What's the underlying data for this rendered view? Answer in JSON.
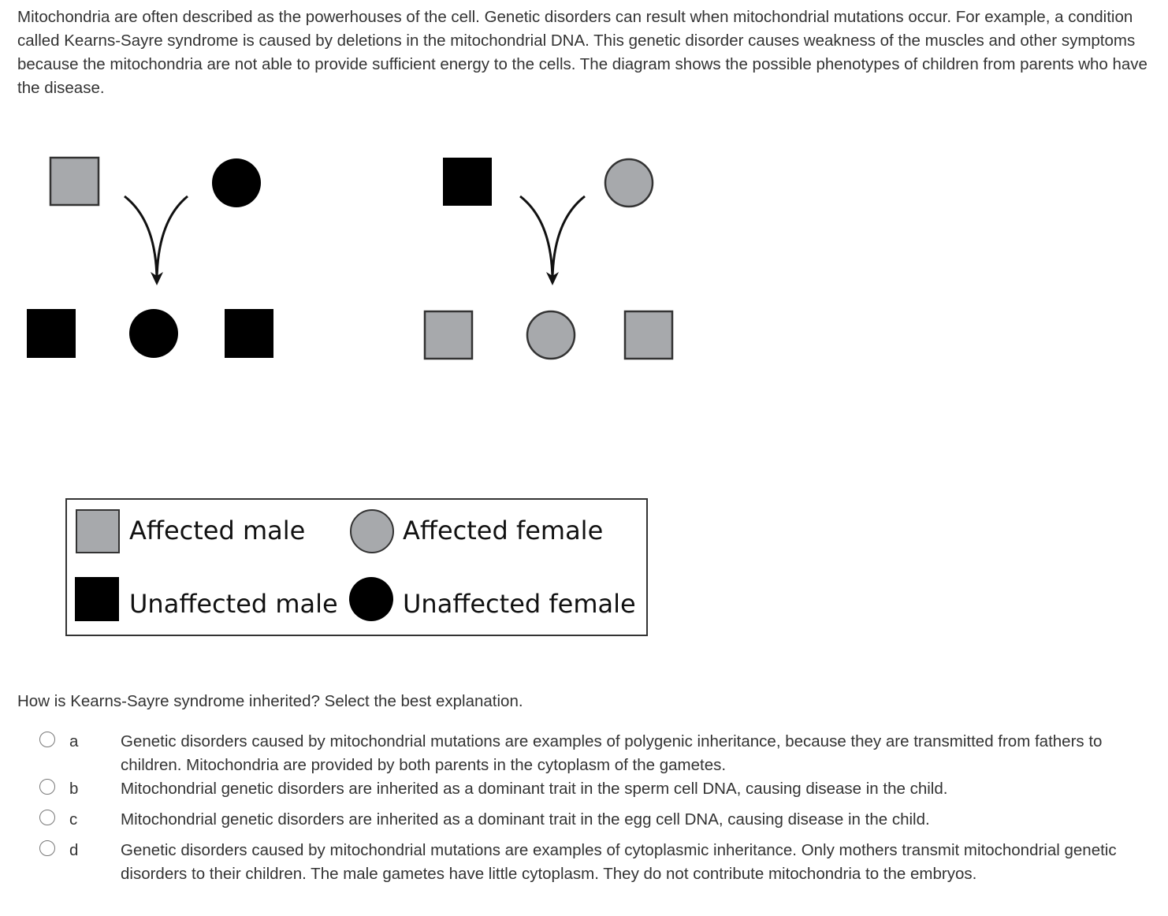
{
  "intro": "Mitochondria are often described as the powerhouses of the cell. Genetic disorders can result when mitochondrial mutations occur. For example, a condition called Kearns-Sayre syndrome is caused by deletions in the mitochondrial DNA. This genetic disorder causes weakness of the muscles and other symptoms because the mitochondria are not able to provide sufficient energy to the cells. The diagram shows the possible phenotypes of children from parents who have the disease.",
  "colors": {
    "affected": "#a7a9ac",
    "unaffected": "#000000"
  },
  "legend": {
    "affected_male": "Affected male",
    "affected_female": "Affected female",
    "unaffected_male": "Unaffected male",
    "unaffected_female": "Unaffected female"
  },
  "question": "How is Kearns-Sayre syndrome inherited? Select the best explanation.",
  "options": [
    {
      "letter": "a",
      "text": "Genetic disorders caused by mitochondrial mutations are examples of polygenic inheritance, because they are transmitted from fathers to children. Mitochondria are provided by both parents in the cytoplasm of the gametes."
    },
    {
      "letter": "b",
      "text": "Mitochondrial genetic disorders are inherited as a dominant trait in the sperm cell DNA, causing disease in the child."
    },
    {
      "letter": "c",
      "text": "Mitochondrial genetic disorders are inherited as a dominant trait in the egg cell DNA, causing disease in the child."
    },
    {
      "letter": "d",
      "text": "Genetic disorders caused by mitochondrial mutations are examples of cytoplasmic inheritance. Only mothers transmit mitochondrial genetic disorders to their children. The male gametes have little cytoplasm. They do not contribute mitochondria to the embryos."
    }
  ]
}
